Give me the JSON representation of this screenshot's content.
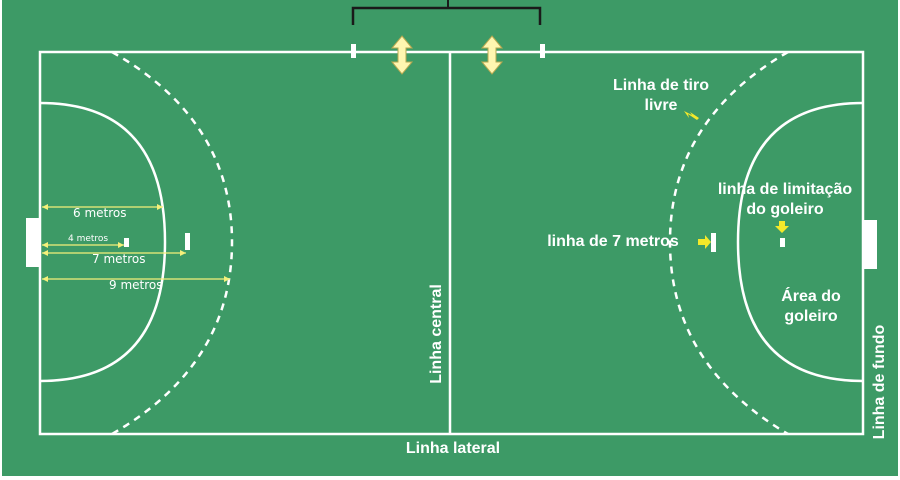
{
  "colors": {
    "court": "#3d9a66",
    "lines": "#ffffff",
    "measure": "#f5f07a",
    "substitution_arrow": "#fff6b0",
    "pointer": "#f4e92a"
  },
  "labels": {
    "linha_central": "Linha central",
    "linha_lateral": "Linha lateral",
    "linha_de_fundo": "Linha de fundo",
    "linha_tiro_livre_1": "Linha de tiro",
    "linha_tiro_livre_2": "livre",
    "linha_7_metros": "linha de 7 metros",
    "linha_limitacao_1": "linha de limitação",
    "linha_limitacao_2": "do goleiro",
    "area_goleiro_1": "Área do",
    "area_goleiro_2": "goleiro"
  },
  "measurements": {
    "m6": "6 metros",
    "m4": "4 metros",
    "m7": "7 metros",
    "m9": "9 metros"
  },
  "icons": {
    "substitution": "double-arrow-vertical-icon",
    "pointer": "yellow-pointer-arrow-icon"
  }
}
